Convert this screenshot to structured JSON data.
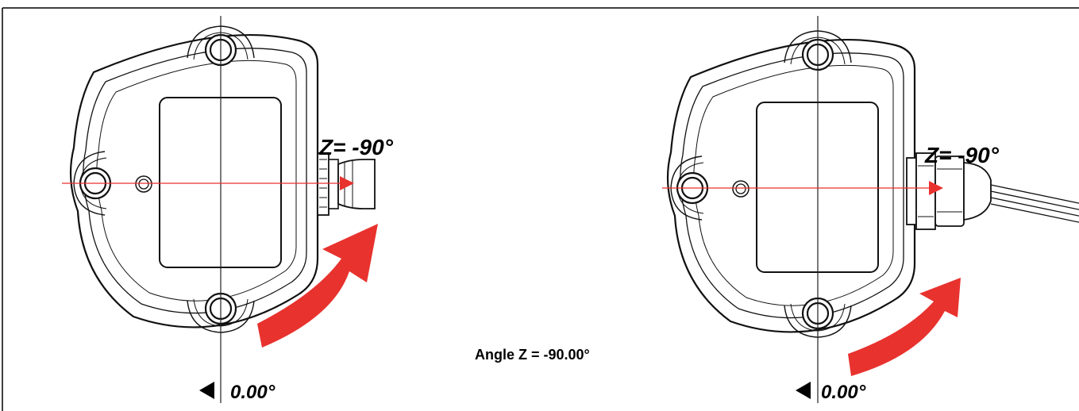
{
  "left_sensor": {
    "rotation_label": "Z= -90°",
    "reference_label": "0.00°",
    "connector": "m12-connector"
  },
  "right_sensor": {
    "rotation_label": "Z= -90°",
    "reference_label": "0.00°",
    "connector": "cable-gland"
  },
  "caption": "Angle Z = -90.00°",
  "colors": {
    "axis": "#e8322e",
    "arrow": "#e8322e",
    "outline": "#111111",
    "centerline": "#222222"
  },
  "icons": {
    "rotation_arrow": "curved-arrow-icon",
    "reference_marker": "triangle-left-icon"
  }
}
